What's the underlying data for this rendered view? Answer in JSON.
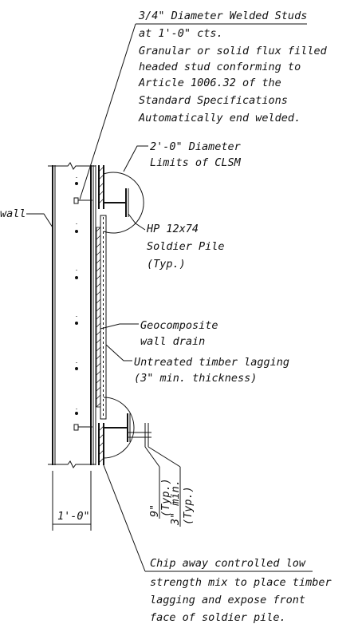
{
  "notes": {
    "studs": [
      "3/4\" Diameter Welded Studs",
      "at 1'-0\" cts.",
      "Granular or solid flux filled",
      "headed stud conforming to",
      "Article 1006.32 of the",
      "Standard Specifications",
      "Automatically end welded."
    ],
    "clsm": [
      "2'-0\" Diameter",
      "Limits of CLSM"
    ],
    "wall": "wall",
    "pile": [
      "HP 12x74",
      "Soldier Pile",
      "(Typ.)"
    ],
    "geocomposite": [
      "Geocomposite",
      "wall drain"
    ],
    "lagging": [
      "Untreated timber lagging",
      "(3\" min. thickness)"
    ],
    "dim_wall": "1'-0\"",
    "dim_9": [
      "9\"",
      "(Typ.)"
    ],
    "dim_3": [
      "3\" min.",
      "(Typ.)"
    ],
    "chip": [
      "Chip away controlled low",
      "strength mix to place timber",
      "lagging and expose front",
      "face of soldier pile."
    ]
  }
}
